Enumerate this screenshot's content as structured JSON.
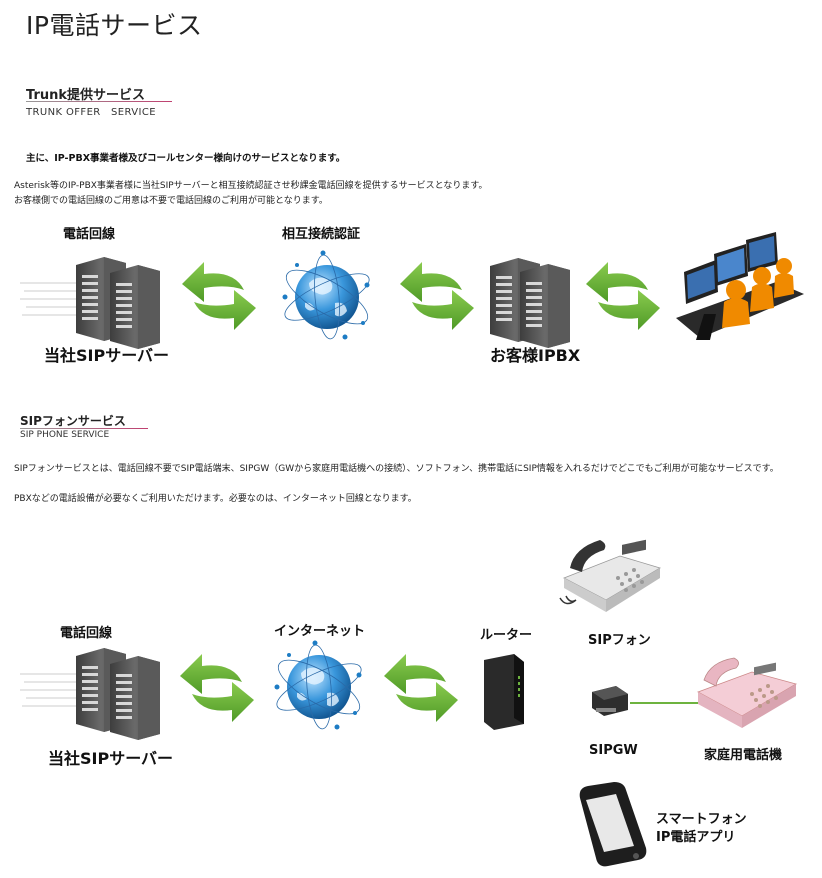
{
  "page": {
    "title": "IP電話サービス"
  },
  "trunk": {
    "heading": "Trunk提供サービス",
    "subheading": "TRUNK OFFER　SERVICE",
    "lead": "主に、IP-PBX事業者様及びコールセンター様向けのサービスとなります。",
    "para1": "Asterisk等のIP-PBX事業者様に当社SIPサーバーと相互接続認証させ秒課金電話回線を提供するサービスとなります。",
    "para2": "お客様側での電話回線のご用意は不要で電話回線のご利用が可能となります。",
    "diagram": {
      "line_label": "電話回線",
      "auth_label": "相互接続認証",
      "server_label": "当社SIPサーバー",
      "customer_label": "お客様IPBX"
    }
  },
  "sip": {
    "heading": "SIPフォンサービス",
    "subheading": "SIP PHONE SERVICE",
    "para1": "SIPフォンサービスとは、電話回線不要でSIP電話端末、SIPGW（GWから家庭用電話機への接続）、ソフトフォン、携帯電話にSIP情報を入れるだけでどこでもご利用が可能なサービスです。",
    "para2": "PBXなどの電話設備が必要なくご利用いただけます。必要なのは、インターネット回線となります。",
    "diagram": {
      "line_label": "電話回線",
      "internet_label": "インターネット",
      "router_label": "ルーター",
      "sipphone_label": "SIPフォン",
      "sipgw_label": "SIPGW",
      "home_phone_label": "家庭用電話機",
      "smartphone_label1": "スマートフォン",
      "smartphone_label2": "IP電話アプリ",
      "server_label": "当社SIPサーバー"
    }
  },
  "colors": {
    "arrow": "#6db33f",
    "globe": "#1d7cc4",
    "server": "#555555",
    "accent_line": "#c04070"
  }
}
